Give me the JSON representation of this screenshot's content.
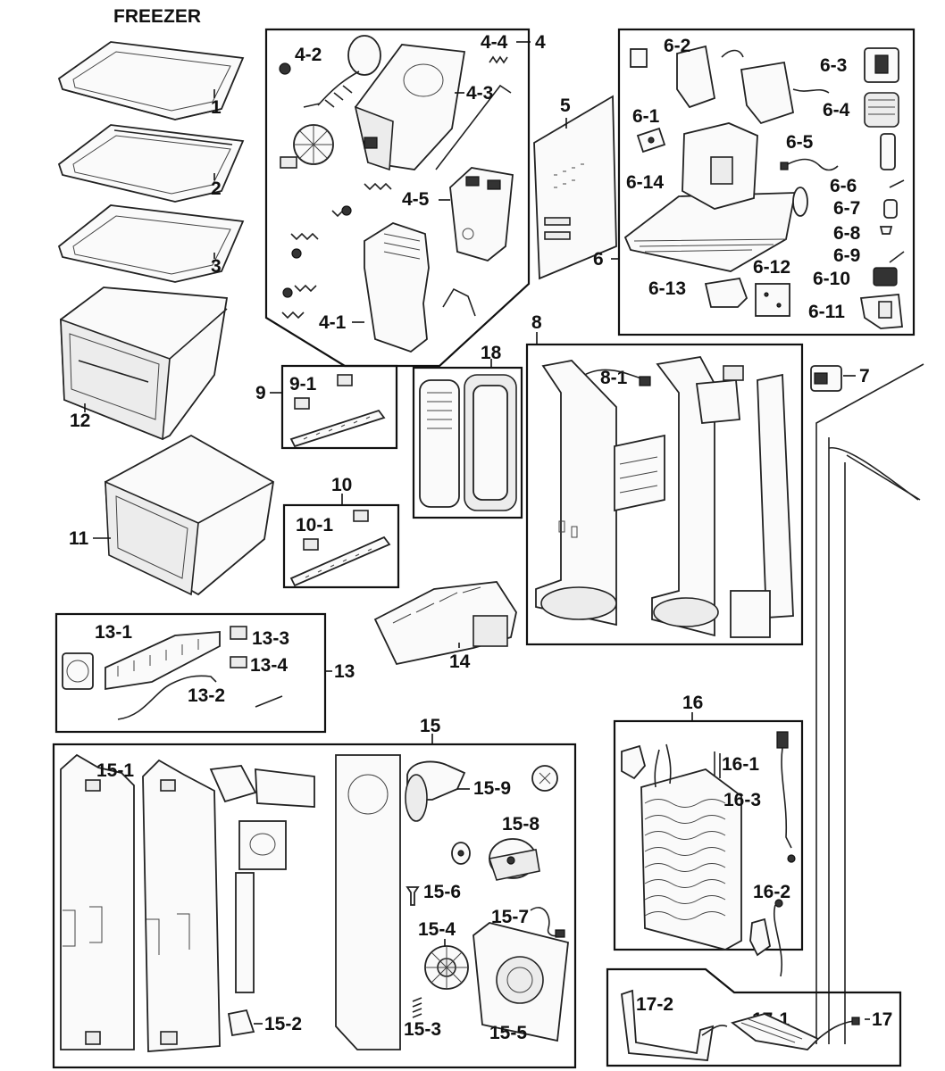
{
  "title": "FREEZER",
  "callouts": {
    "p1": "1",
    "p2": "2",
    "p3": "3",
    "p4": "4",
    "p4_1": "4-1",
    "p4_2": "4-2",
    "p4_3": "4-3",
    "p4_4": "4-4",
    "p4_5": "4-5",
    "p5": "5",
    "p6": "6",
    "p6_1": "6-1",
    "p6_2": "6-2",
    "p6_3": "6-3",
    "p6_4": "6-4",
    "p6_5": "6-5",
    "p6_6": "6-6",
    "p6_7": "6-7",
    "p6_8": "6-8",
    "p6_9": "6-9",
    "p6_10": "6-10",
    "p6_11": "6-11",
    "p6_12": "6-12",
    "p6_13": "6-13",
    "p6_14": "6-14",
    "p7": "7",
    "p8": "8",
    "p8_1": "8-1",
    "p9": "9",
    "p9_1": "9-1",
    "p10": "10",
    "p10_1": "10-1",
    "p11": "11",
    "p12": "12",
    "p13": "13",
    "p13_1": "13-1",
    "p13_2": "13-2",
    "p13_3": "13-3",
    "p13_4": "13-4",
    "p14": "14",
    "p15": "15",
    "p15_1": "15-1",
    "p15_2": "15-2",
    "p15_3": "15-3",
    "p15_4": "15-4",
    "p15_5": "15-5",
    "p15_6": "15-6",
    "p15_7": "15-7",
    "p15_8": "15-8",
    "p15_9": "15-9",
    "p16": "16",
    "p16_1": "16-1",
    "p16_2": "16-2",
    "p16_3": "16-3",
    "p17": "17",
    "p17_1": "17-1",
    "p17_2": "17-2",
    "p18": "18"
  }
}
